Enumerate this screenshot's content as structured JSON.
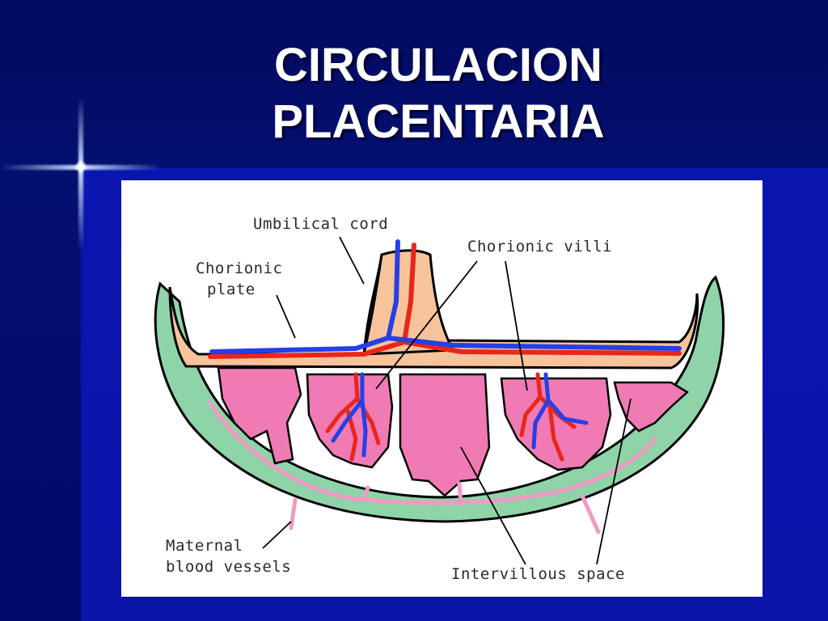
{
  "slide": {
    "title_line1": "CIRCULACION",
    "title_line2": "PLACENTARIA"
  },
  "diagram": {
    "labels": {
      "umbilical_cord": "Umbilical cord",
      "chorionic_plate_line1": "Chorionic",
      "chorionic_plate_line2": "plate",
      "chorionic_villi": "Chorionic villi",
      "maternal_vessels_line1": "Maternal",
      "maternal_vessels_line2": "blood vessels",
      "intervillous_space": "Intervillous space"
    },
    "colors": {
      "decidua": "#8fd4a8",
      "chorionic_plate": "#f7c39a",
      "intervillous": "#f07ab4",
      "fetal_vein": "#2440e8",
      "fetal_artery": "#e8261a",
      "maternal_vessel": "#f29ac4",
      "outline": "#000000"
    }
  }
}
